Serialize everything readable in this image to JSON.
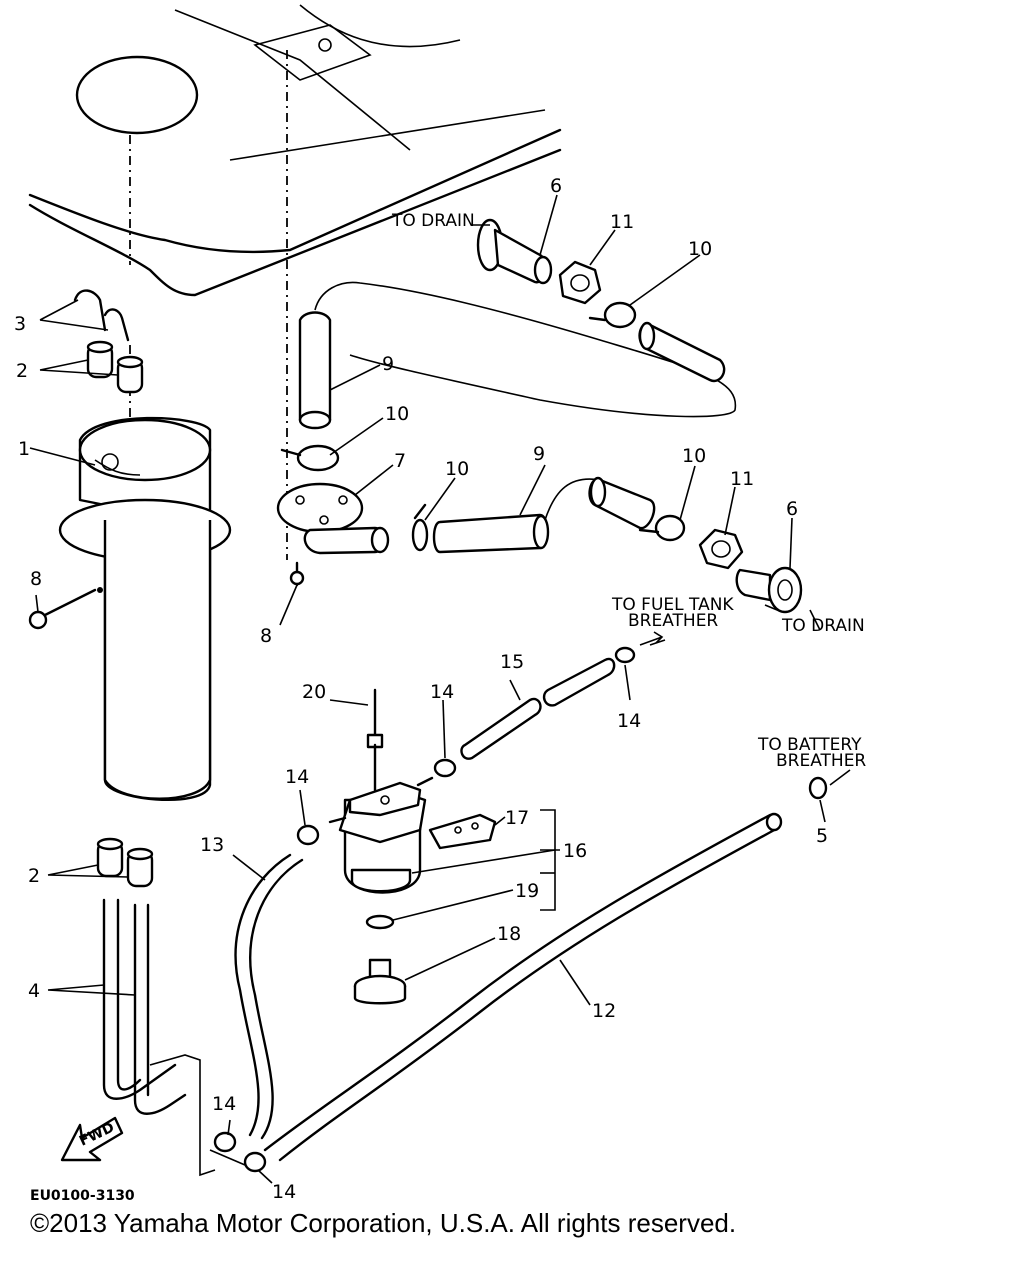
{
  "diagram": {
    "callouts": {
      "c1": "1",
      "c2a": "2",
      "c2b": "2",
      "c3": "3",
      "c4": "4",
      "c5": "5",
      "c6a": "6",
      "c6b": "6",
      "c7": "7",
      "c8a": "8",
      "c8b": "8",
      "c9a": "9",
      "c9b": "9",
      "c10a": "10",
      "c10b": "10",
      "c10c": "10",
      "c10d": "10",
      "c11a": "11",
      "c11b": "11",
      "c12": "12",
      "c13": "13",
      "c14a": "14",
      "c14b": "14",
      "c14c": "14",
      "c14d": "14",
      "c14e": "14",
      "c15": "15",
      "c16": "16",
      "c17": "17",
      "c18": "18",
      "c19": "19",
      "c20": "20"
    },
    "notes": {
      "to_drain_top": "TO DRAIN",
      "to_drain_right": "TO DRAIN",
      "fuel_tank_line1": "TO FUEL TANK",
      "fuel_tank_line2": "BREATHER",
      "battery_line1": "TO BATTERY",
      "battery_line2": "BREATHER",
      "fwd": "FWD"
    },
    "drawing_code": "EU0100-3130"
  },
  "copyright": "©2013 Yamaha Motor Corporation, U.S.A. All rights reserved."
}
